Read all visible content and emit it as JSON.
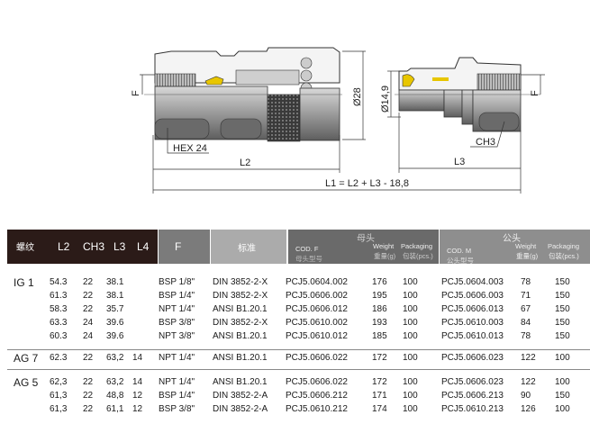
{
  "drawing": {
    "labels": {
      "hex": "HEX 24",
      "ch3": "CH3",
      "d28": "Ø28",
      "d149": "Ø14,9",
      "f_left": "F",
      "f_right": "F",
      "l2": "L2",
      "l3": "L3",
      "l1": "L1 = L2 + L3 - 18,8"
    }
  },
  "table": {
    "header": {
      "thread": "螺纹",
      "l2": "L2",
      "ch3": "CH3",
      "l3": "L3",
      "l4": "L4",
      "f": "F",
      "standard": "标准",
      "female": "母头",
      "male": "公头",
      "cod_f": "COD. F",
      "cod_f_cn": "母头型号",
      "cod_m": "COD. M",
      "cod_m_cn": "公头型号",
      "weight": "Weight",
      "weight_cn": "重量(g)",
      "packaging": "Packaging",
      "packaging_cn": "包装(pcs.)"
    },
    "groups": [
      {
        "label": "IG 1",
        "rows": [
          [
            "54.3",
            "22",
            "38.1",
            "",
            "BSP 1/8\"",
            "DIN 3852-2-X",
            "PCJ5.0604.002",
            "176",
            "100",
            "PCJ5.0604.003",
            "78",
            "150"
          ],
          [
            "61.3",
            "22",
            "38.1",
            "",
            "BSP 1/4\"",
            "DIN 3852-2-X",
            "PCJ5.0606.002",
            "195",
            "100",
            "PCJ5.0606.003",
            "71",
            "150"
          ],
          [
            "58.3",
            "22",
            "35.7",
            "",
            "NPT 1/4\"",
            "ANSI B1.20.1",
            "PCJ5.0606.012",
            "186",
            "100",
            "PCJ5.0606.013",
            "67",
            "150"
          ],
          [
            "63.3",
            "24",
            "39.6",
            "",
            "BSP 3/8\"",
            "DIN 3852-2-X",
            "PCJ5.0610.002",
            "193",
            "100",
            "PCJ5.0610.003",
            "84",
            "150"
          ],
          [
            "60.3",
            "24",
            "39.6",
            "",
            "NPT 3/8\"",
            "ANSI B1.20.1",
            "PCJ5.0610.012",
            "185",
            "100",
            "PCJ5.0610.013",
            "78",
            "150"
          ]
        ]
      },
      {
        "label": "AG 7",
        "rows": [
          [
            "62.3",
            "22",
            "63,2",
            "14",
            "NPT 1/4\"",
            "ANSI B1.20.1",
            "PCJ5.0606.022",
            "172",
            "100",
            "PCJ5.0606.023",
            "122",
            "100"
          ]
        ]
      },
      {
        "label": "AG 5",
        "rows": [
          [
            "62,3",
            "22",
            "63,2",
            "14",
            "NPT 1/4\"",
            "ANSI B1.20.1",
            "PCJ5.0606.022",
            "172",
            "100",
            "PCJ5.0606.023",
            "122",
            "100"
          ],
          [
            "61,3",
            "22",
            "48,8",
            "12",
            "BSP 1/4\"",
            "DIN 3852-2-A",
            "PCJ5.0606.212",
            "171",
            "100",
            "PCJ5.0606.213",
            "90",
            "150"
          ],
          [
            "61,3",
            "22",
            "61,1",
            "12",
            "BSP 3/8\"",
            "DIN 3852-2-A",
            "PCJ5.0610.212",
            "174",
            "100",
            "PCJ5.0610.213",
            "126",
            "100"
          ]
        ]
      }
    ]
  },
  "colors": {
    "hdr_dark": "#2b1b18",
    "hdr_f": "#7b7b7b",
    "hdr_std": "#ababab",
    "hdr_female": "#6a6a6a",
    "hdr_male": "#8e8e8e",
    "seal_yellow": "#e8c600"
  }
}
